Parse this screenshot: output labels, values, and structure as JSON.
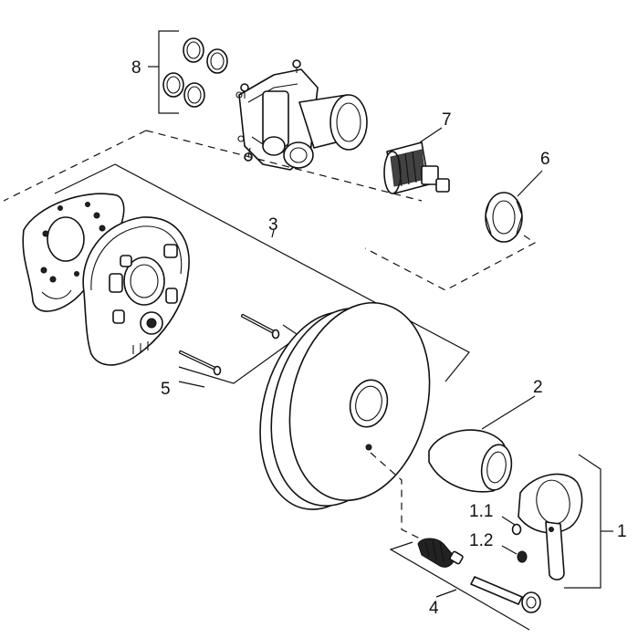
{
  "callouts": {
    "c8": "8",
    "c7": "7",
    "c6": "6",
    "c3": "3",
    "c5": "5",
    "c2": "2",
    "c1_1": "1.1",
    "c1_2": "1.2",
    "c1": "1",
    "c4": "4"
  },
  "icons": {
    "o_rings": "o-ring-set-icon",
    "valve_body": "valve-body-icon",
    "cartridge": "cartridge-icon",
    "nut": "threaded-nut-icon",
    "gasket": "gasket-plate-icon",
    "mount_plate": "mounting-plate-icon",
    "screws": "screw-pair-icon",
    "trim_plate": "trim-plate-icon",
    "sleeve": "sleeve-icon",
    "handle": "lever-handle-icon",
    "diverter": "diverter-kit-icon"
  }
}
